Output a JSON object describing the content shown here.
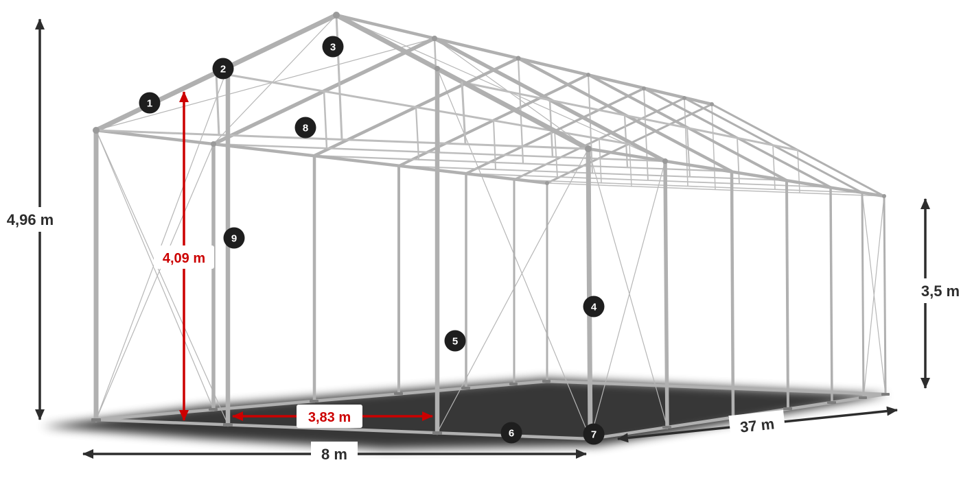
{
  "diagram": {
    "dimensions": {
      "total_height": "4,96 m",
      "entrance_height": "4,09 m",
      "side_height": "3,5 m",
      "width": "8 m",
      "length": "37 m",
      "entrance_width": "3,83 m"
    },
    "part_markers": [
      "1",
      "2",
      "3",
      "4",
      "5",
      "6",
      "7",
      "8",
      "9"
    ],
    "colors": {
      "dimension_text": "#2d2d2d",
      "accent_red": "#cc0000",
      "frame_metal": "#b0b0b0",
      "badge_background": "#1e1e1e",
      "badge_text": "#ffffff"
    }
  }
}
